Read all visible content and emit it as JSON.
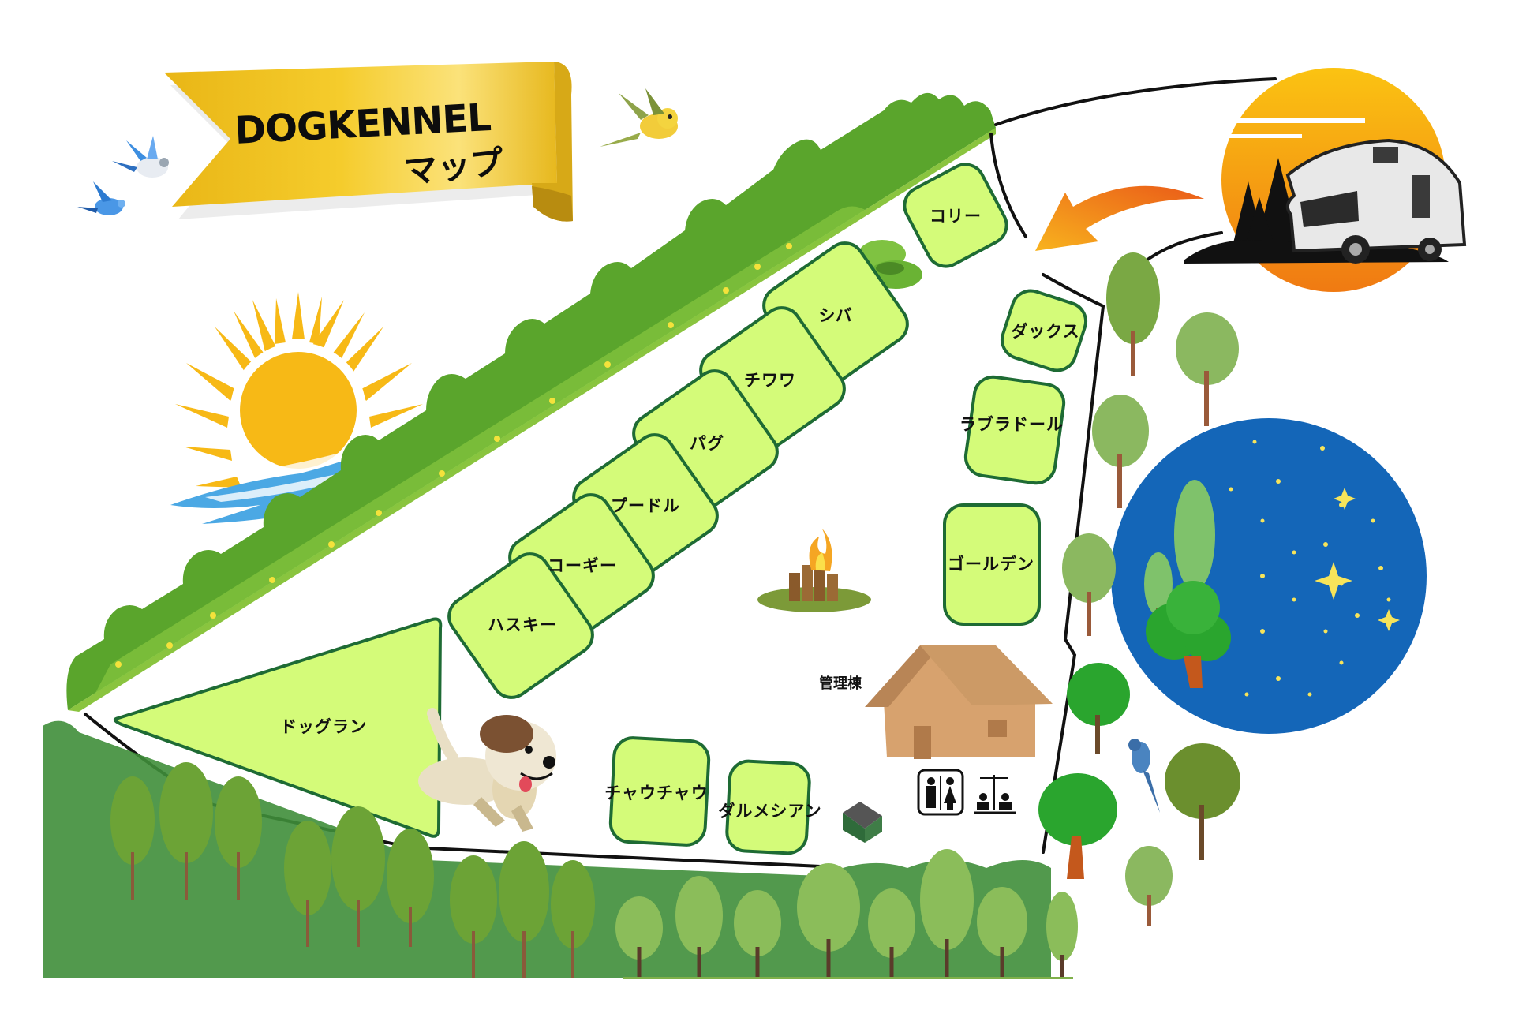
{
  "map": {
    "title_en": "DOGKENNEL",
    "title_jp": "マップ",
    "colors": {
      "kennel_fill": "#d4fb79",
      "kennel_border": "#1e6b34",
      "banner_gold": "#f2c21d",
      "sky_blue": "#1466b8",
      "sun_yellow": "#f7b916",
      "water_blue": "#4ba8e4",
      "arrow_orange": "#f08a1c"
    }
  },
  "kennels": [
    {
      "id": "shiba",
      "label": "シバ"
    },
    {
      "id": "chihuahua",
      "label": "チワワ"
    },
    {
      "id": "pug",
      "label": "パグ"
    },
    {
      "id": "poodle",
      "label": "プードル"
    },
    {
      "id": "corgi",
      "label": "コーギー"
    },
    {
      "id": "husky",
      "label": "ハスキー"
    },
    {
      "id": "collie",
      "label": "コリー"
    },
    {
      "id": "dachs",
      "label": "ダックス"
    },
    {
      "id": "labrador",
      "label": "ラブラドール"
    },
    {
      "id": "golden",
      "label": "ゴールデン"
    },
    {
      "id": "chowchow",
      "label": "チャウチャウ"
    },
    {
      "id": "dalmatian",
      "label": "ダルメシアン"
    }
  ],
  "areas": {
    "dog_run": "ドッグラン",
    "management": "管理棟"
  },
  "icons": [
    "restroom-icon",
    "shower-icon",
    "campfire-icon",
    "trash-bin-icon",
    "camper-van-icon",
    "entrance-arrow-icon",
    "starry-night-icon",
    "sunrise-icon",
    "dog-icon",
    "bird-icon"
  ]
}
